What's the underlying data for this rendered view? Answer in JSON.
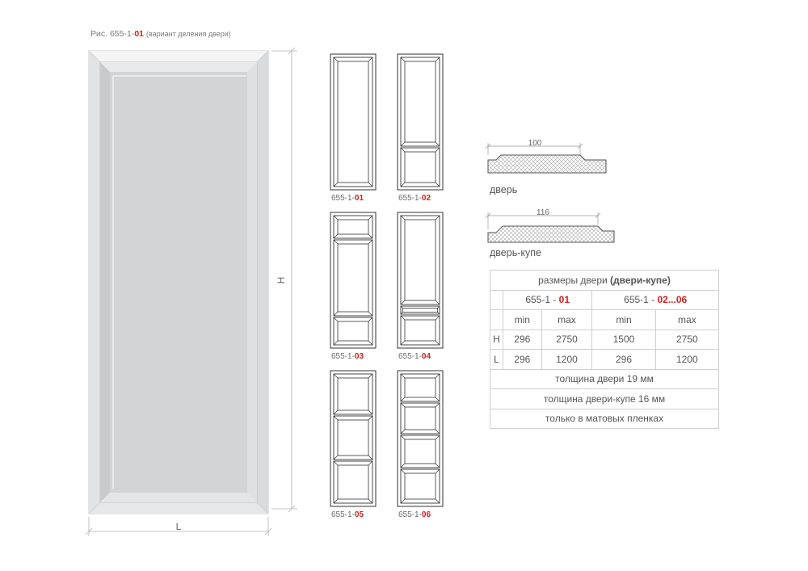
{
  "caption": {
    "prefix": "Рис. 655-1-",
    "code": "01",
    "note": "(вариант деления двери)"
  },
  "big_door": {
    "height_label": "H",
    "width_label": "L"
  },
  "variants": [
    {
      "prefix": "655-1-",
      "code": "01"
    },
    {
      "prefix": "655-1-",
      "code": "02"
    },
    {
      "prefix": "655-1-",
      "code": "03"
    },
    {
      "prefix": "655-1-",
      "code": "04"
    },
    {
      "prefix": "655-1-",
      "code": "05"
    },
    {
      "prefix": "655-1-",
      "code": "06"
    }
  ],
  "profiles": [
    {
      "dimension": "100",
      "label": "дверь"
    },
    {
      "dimension": "116",
      "label": "дверь-купе"
    }
  ],
  "table": {
    "title_plain": "размеры двери ",
    "title_bold": "(двери-купе)",
    "group1_prefix": "655-1 - ",
    "group1_code": "01",
    "group2_prefix": "655-1 - ",
    "group2_code": "02...06",
    "min_label": "min",
    "max_label": "max",
    "rows": [
      {
        "label": "H",
        "g1_min": "296",
        "g1_max": "2750",
        "g2_min": "1500",
        "g2_max": "2750"
      },
      {
        "label": "L",
        "g1_min": "296",
        "g1_max": "1200",
        "g2_min": "296",
        "g2_max": "1200"
      }
    ],
    "notes": [
      "толщина двери 19 мм",
      "толщина двери-купе 16 мм",
      "только в матовых пленках"
    ]
  },
  "colors": {
    "door_fill": "#d2d4d6",
    "frame_fill": "#ececed",
    "accent_red": "#d32020",
    "line": "#8a8a8a"
  }
}
